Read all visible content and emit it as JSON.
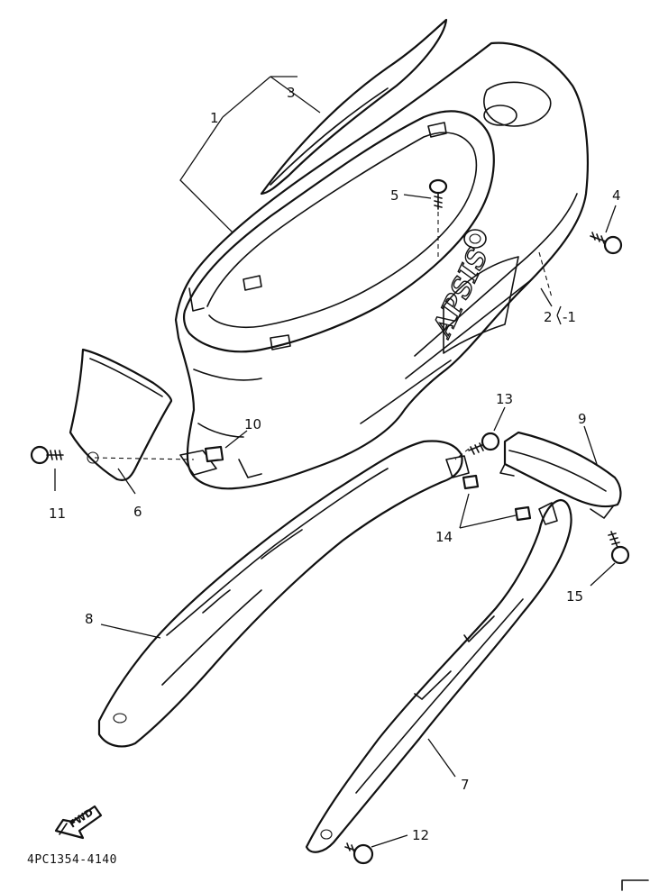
{
  "diagram": {
    "drawing_code": "4PC1354-4140",
    "fwd_label": "FWD",
    "logo_lettering": "APSIS",
    "callouts": {
      "c1": "1",
      "c2": "2",
      "c2_suffix": "-1",
      "c3": "3",
      "c4": "4",
      "c5": "5",
      "c6": "6",
      "c7": "7",
      "c8": "8",
      "c9": "9",
      "c10": "10",
      "c11": "11",
      "c12": "12",
      "c13": "13",
      "c14": "14",
      "c15": "15"
    }
  }
}
